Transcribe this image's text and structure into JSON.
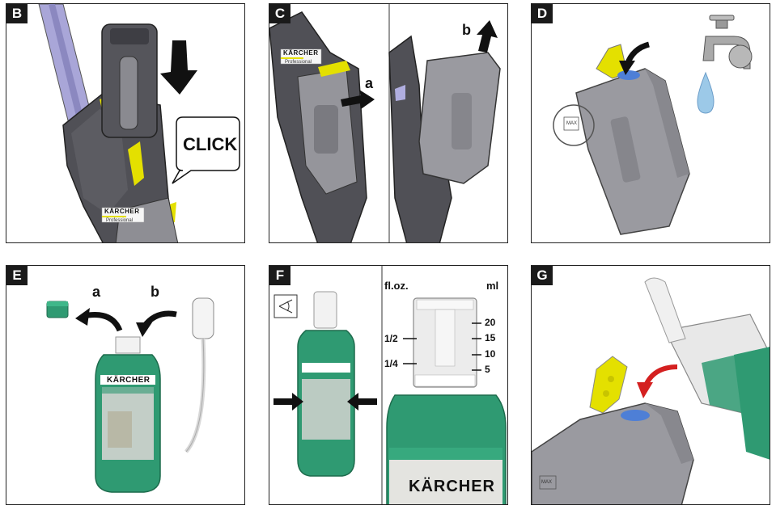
{
  "panels": {
    "b": {
      "letter": "B",
      "click": "CLICK",
      "brand": "KÄRCHER",
      "brand_sub": "Professional"
    },
    "c": {
      "letter": "C",
      "label_a": "a",
      "label_b": "b",
      "brand": "KÄRCHER",
      "brand_sub": "Professional"
    },
    "d": {
      "letter": "D",
      "max": "MAX"
    },
    "e": {
      "letter": "E",
      "label_a": "a",
      "label_b": "b",
      "brand": "KÄRCHER"
    },
    "f": {
      "letter": "F",
      "unit_floz": "fl.oz.",
      "unit_ml": "ml",
      "floz_marks": [
        "1/2",
        "1/4"
      ],
      "ml_marks": [
        "20",
        "15",
        "10",
        "5"
      ],
      "brand": "KÄRCHER"
    },
    "g": {
      "letter": "G",
      "max": "MAX"
    }
  },
  "colors": {
    "yellow": "#e4e000",
    "gray": "#9a9aa0",
    "dark": "#444448",
    "green": "#2f9a72",
    "arrow": "#111111",
    "red_arrow": "#d42020"
  }
}
